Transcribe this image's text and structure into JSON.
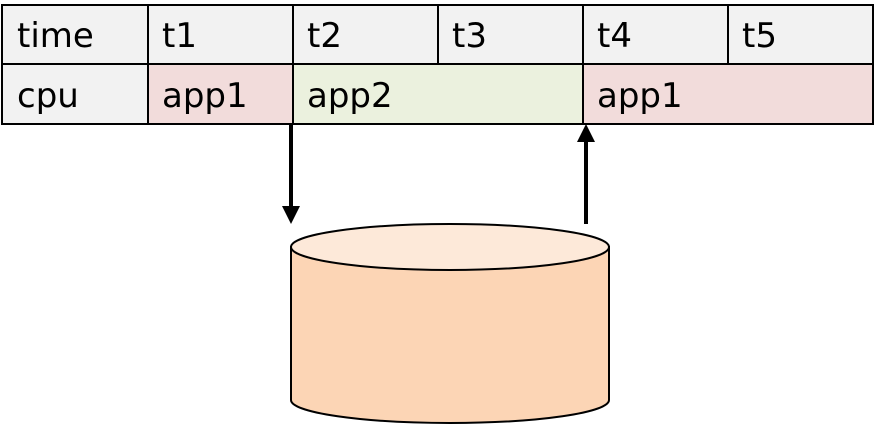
{
  "table": {
    "time_row": {
      "header": "time",
      "slots": [
        "t1",
        "t2",
        "t3",
        "t4",
        "t5"
      ]
    },
    "cpu_row": {
      "header": "cpu",
      "segments": [
        {
          "label": "app1",
          "color": "#f2dcdb"
        },
        {
          "label": "app2",
          "color": "#ebf1de"
        },
        {
          "label": "app1",
          "color": "#f2dcdb"
        }
      ]
    },
    "header_color": "#f2f2f2"
  },
  "storage": {
    "icon": "disk-cylinder-icon",
    "body_color": "#fcd5b5",
    "top_color": "#fde9d9"
  },
  "arrows": [
    {
      "name": "arrow-down-icon",
      "direction": "down"
    },
    {
      "name": "arrow-up-icon",
      "direction": "up"
    }
  ]
}
